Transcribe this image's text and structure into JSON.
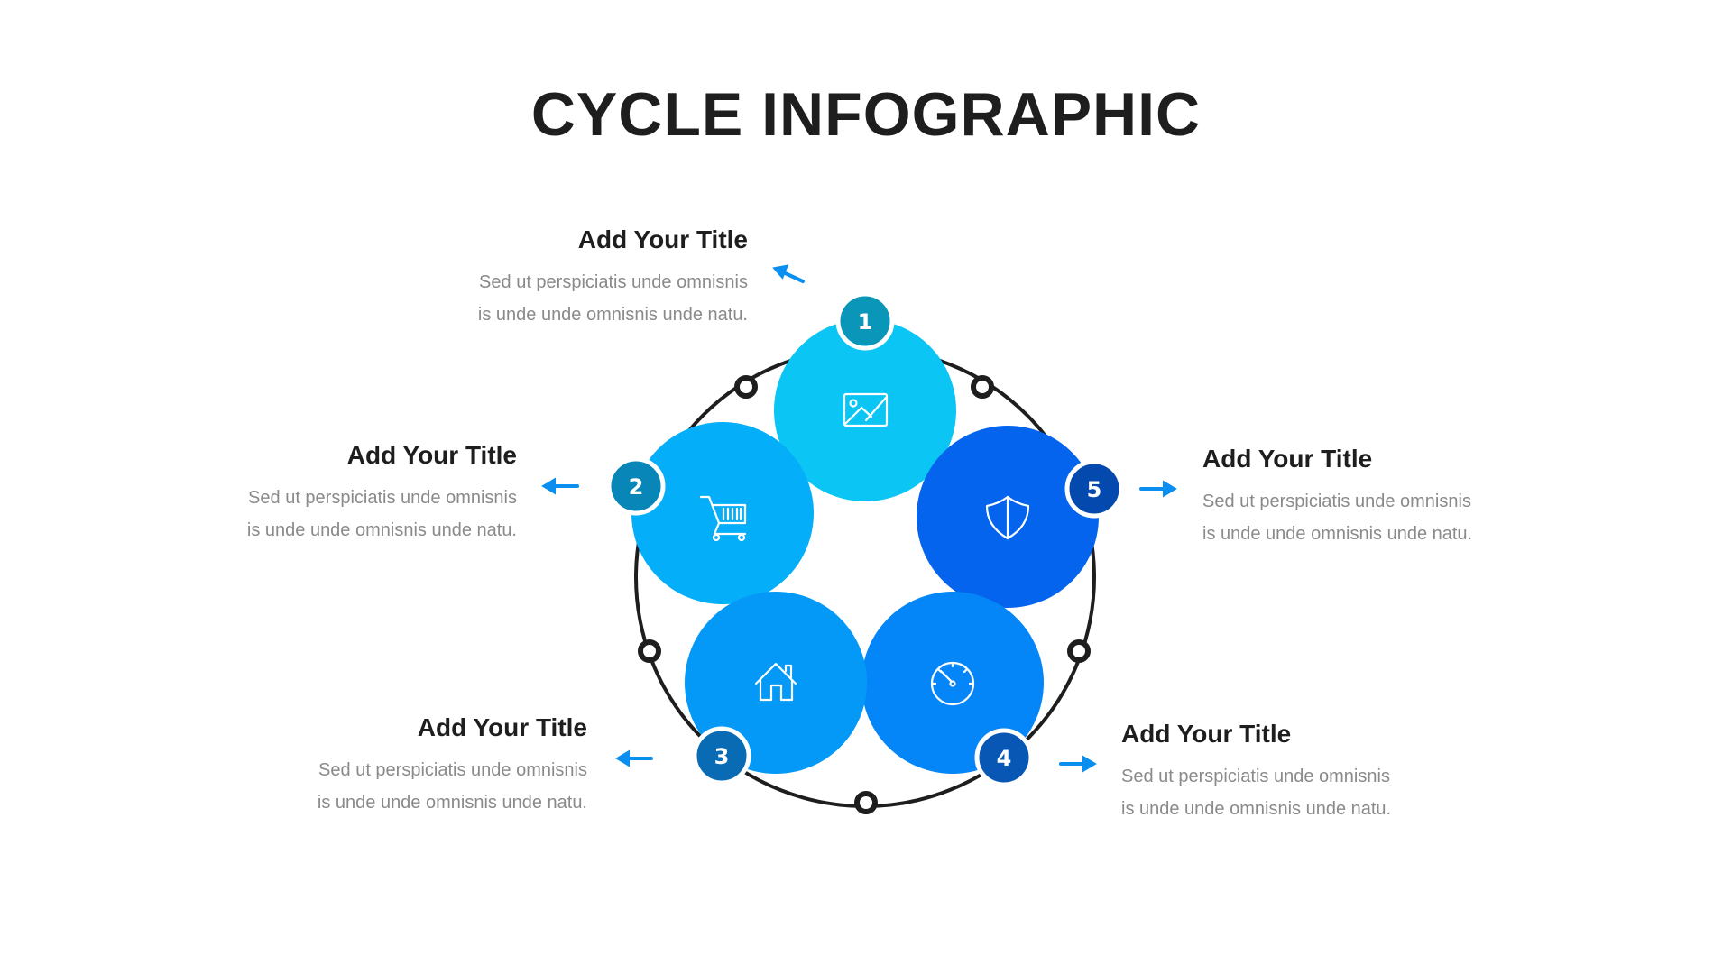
{
  "title": "CYCLE INFOGRAPHIC",
  "steps": [
    {
      "number": "1",
      "title": "Add Your Title",
      "line1": "Sed ut perspiciatis unde omnisnis",
      "line2": "is unde unde omnisnis unde natu.",
      "icon": "image-icon",
      "color": "#0bc5f5",
      "badge_color": "#0a96b8"
    },
    {
      "number": "2",
      "title": "Add Your Title",
      "line1": "Sed ut perspiciatis unde omnisnis",
      "line2": "is unde unde omnisnis unde natu.",
      "icon": "shopping-cart-icon",
      "color": "#04aef8",
      "badge_color": "#0886b8"
    },
    {
      "number": "3",
      "title": "Add Your Title",
      "line1": "Sed ut perspiciatis unde omnisnis",
      "line2": "is unde unde omnisnis unde natu.",
      "icon": "home-icon",
      "color": "#0499f7",
      "badge_color": "#0a6bb5"
    },
    {
      "number": "4",
      "title": "Add Your Title",
      "line1": "Sed ut perspiciatis unde omnisnis",
      "line2": "is unde unde omnisnis unde natu.",
      "icon": "speedometer-icon",
      "color": "#0586f8",
      "badge_color": "#0957b5"
    },
    {
      "number": "5",
      "title": "Add Your Title",
      "line1": "Sed ut perspiciatis unde omnisnis",
      "line2": "is unde unde omnisnis unde natu.",
      "icon": "shield-icon",
      "color": "#0464ed",
      "badge_color": "#0449ad"
    }
  ],
  "arrow_color": "#0a8ff0",
  "ring_color": "#1e1e1e"
}
